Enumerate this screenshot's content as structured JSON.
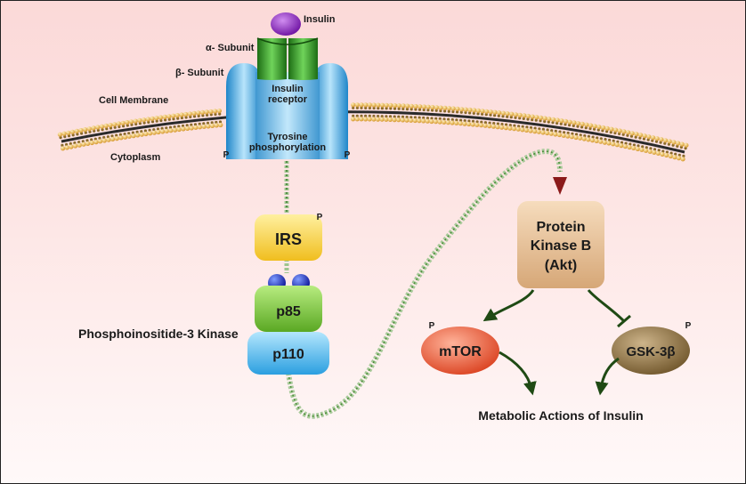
{
  "labels": {
    "insulin": "Insulin",
    "alpha_subunit": "α- Subunit",
    "beta_subunit": "β- Subunit",
    "cell_membrane": "Cell Membrane",
    "cytoplasm": "Cytoplasm",
    "insulin_receptor_1": "Insulin",
    "insulin_receptor_2": "receptor",
    "tyrosine_1": "Tyrosine",
    "tyrosine_2": "phosphorylation",
    "p_symbol": "P",
    "irs": "IRS",
    "p85": "p85",
    "p110": "p110",
    "pi3k": "Phosphoinositide-3 Kinase",
    "akt_1": "Protein",
    "akt_2": "Kinase B",
    "akt_3": "(Akt)",
    "mtor": "mTOR",
    "gsk3b": "GSK-3β",
    "metabolic_actions": "Metabolic Actions of Insulin"
  },
  "colors": {
    "insulin": "#8e1fc4",
    "alpha_subunit": "#2e8f1f",
    "beta_subunit": "#3aa4e0",
    "membrane_bead": "#f0b24a",
    "irs": "#f8d24a",
    "p85": "#7cc63a",
    "p110": "#44b7ef",
    "akt": "#e6c095",
    "mtor": "#ee5533",
    "gsk3b": "#8a6f3f",
    "arrow_green": "#1f4a14",
    "arrow_red": "#8b1a1a"
  }
}
